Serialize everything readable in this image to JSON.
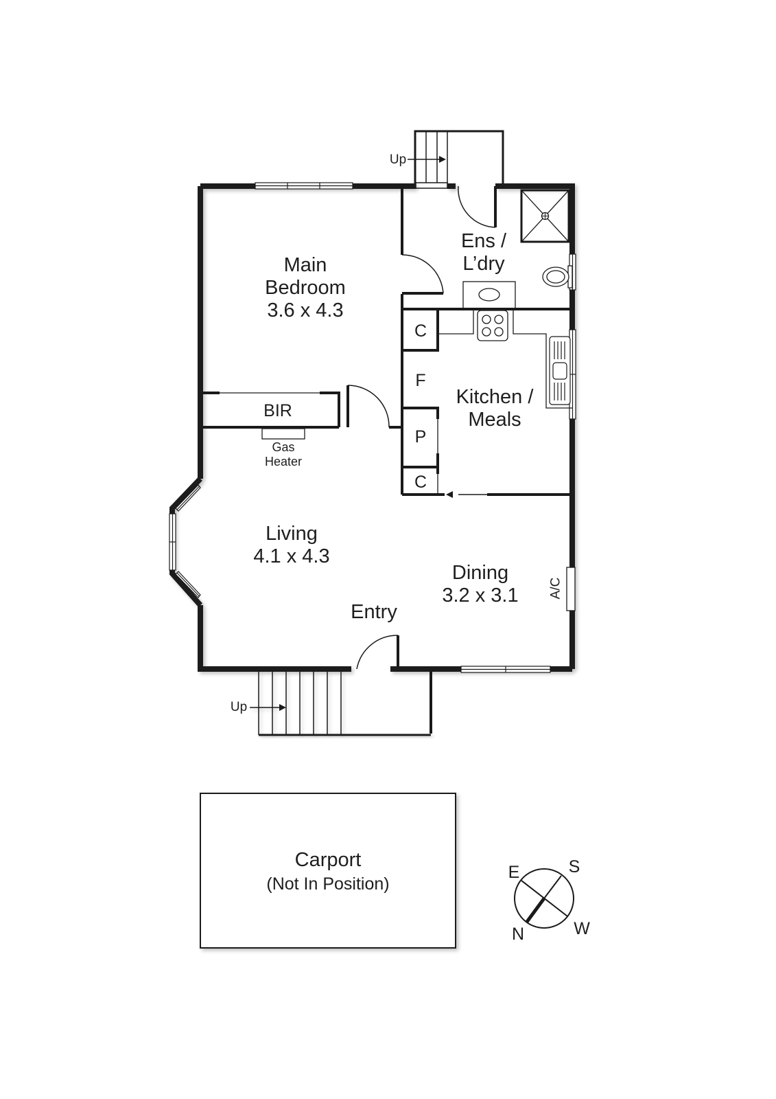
{
  "plan": {
    "rooms": {
      "main_bedroom": {
        "name_line1": "Main",
        "name_line2": "Bedroom",
        "dims": "3.6 x 4.3"
      },
      "ensuite_laundry": {
        "name_line1": "Ens /",
        "name_line2": "L’dry"
      },
      "kitchen_meals": {
        "name_line1": "Kitchen /",
        "name_line2": "Meals"
      },
      "living": {
        "name": "Living",
        "dims": "4.1 x 4.3"
      },
      "dining": {
        "name": "Dining",
        "dims": "3.2 x 3.1"
      },
      "entry": {
        "name": "Entry"
      },
      "bir": {
        "name": "BIR"
      }
    },
    "fixtures": {
      "gas_heater_line1": "Gas",
      "gas_heater_line2": "Heater",
      "cupboard_top": "C",
      "fridge": "F",
      "pantry": "P",
      "cupboard_bottom": "C",
      "air_conditioner": "A/C"
    },
    "stairs": {
      "rear_label": "Up",
      "front_label": "Up"
    },
    "carport": {
      "name": "Carport",
      "note": "(Not In Position)"
    },
    "compass": {
      "e": "E",
      "s": "S",
      "w": "W",
      "n": "N"
    }
  }
}
